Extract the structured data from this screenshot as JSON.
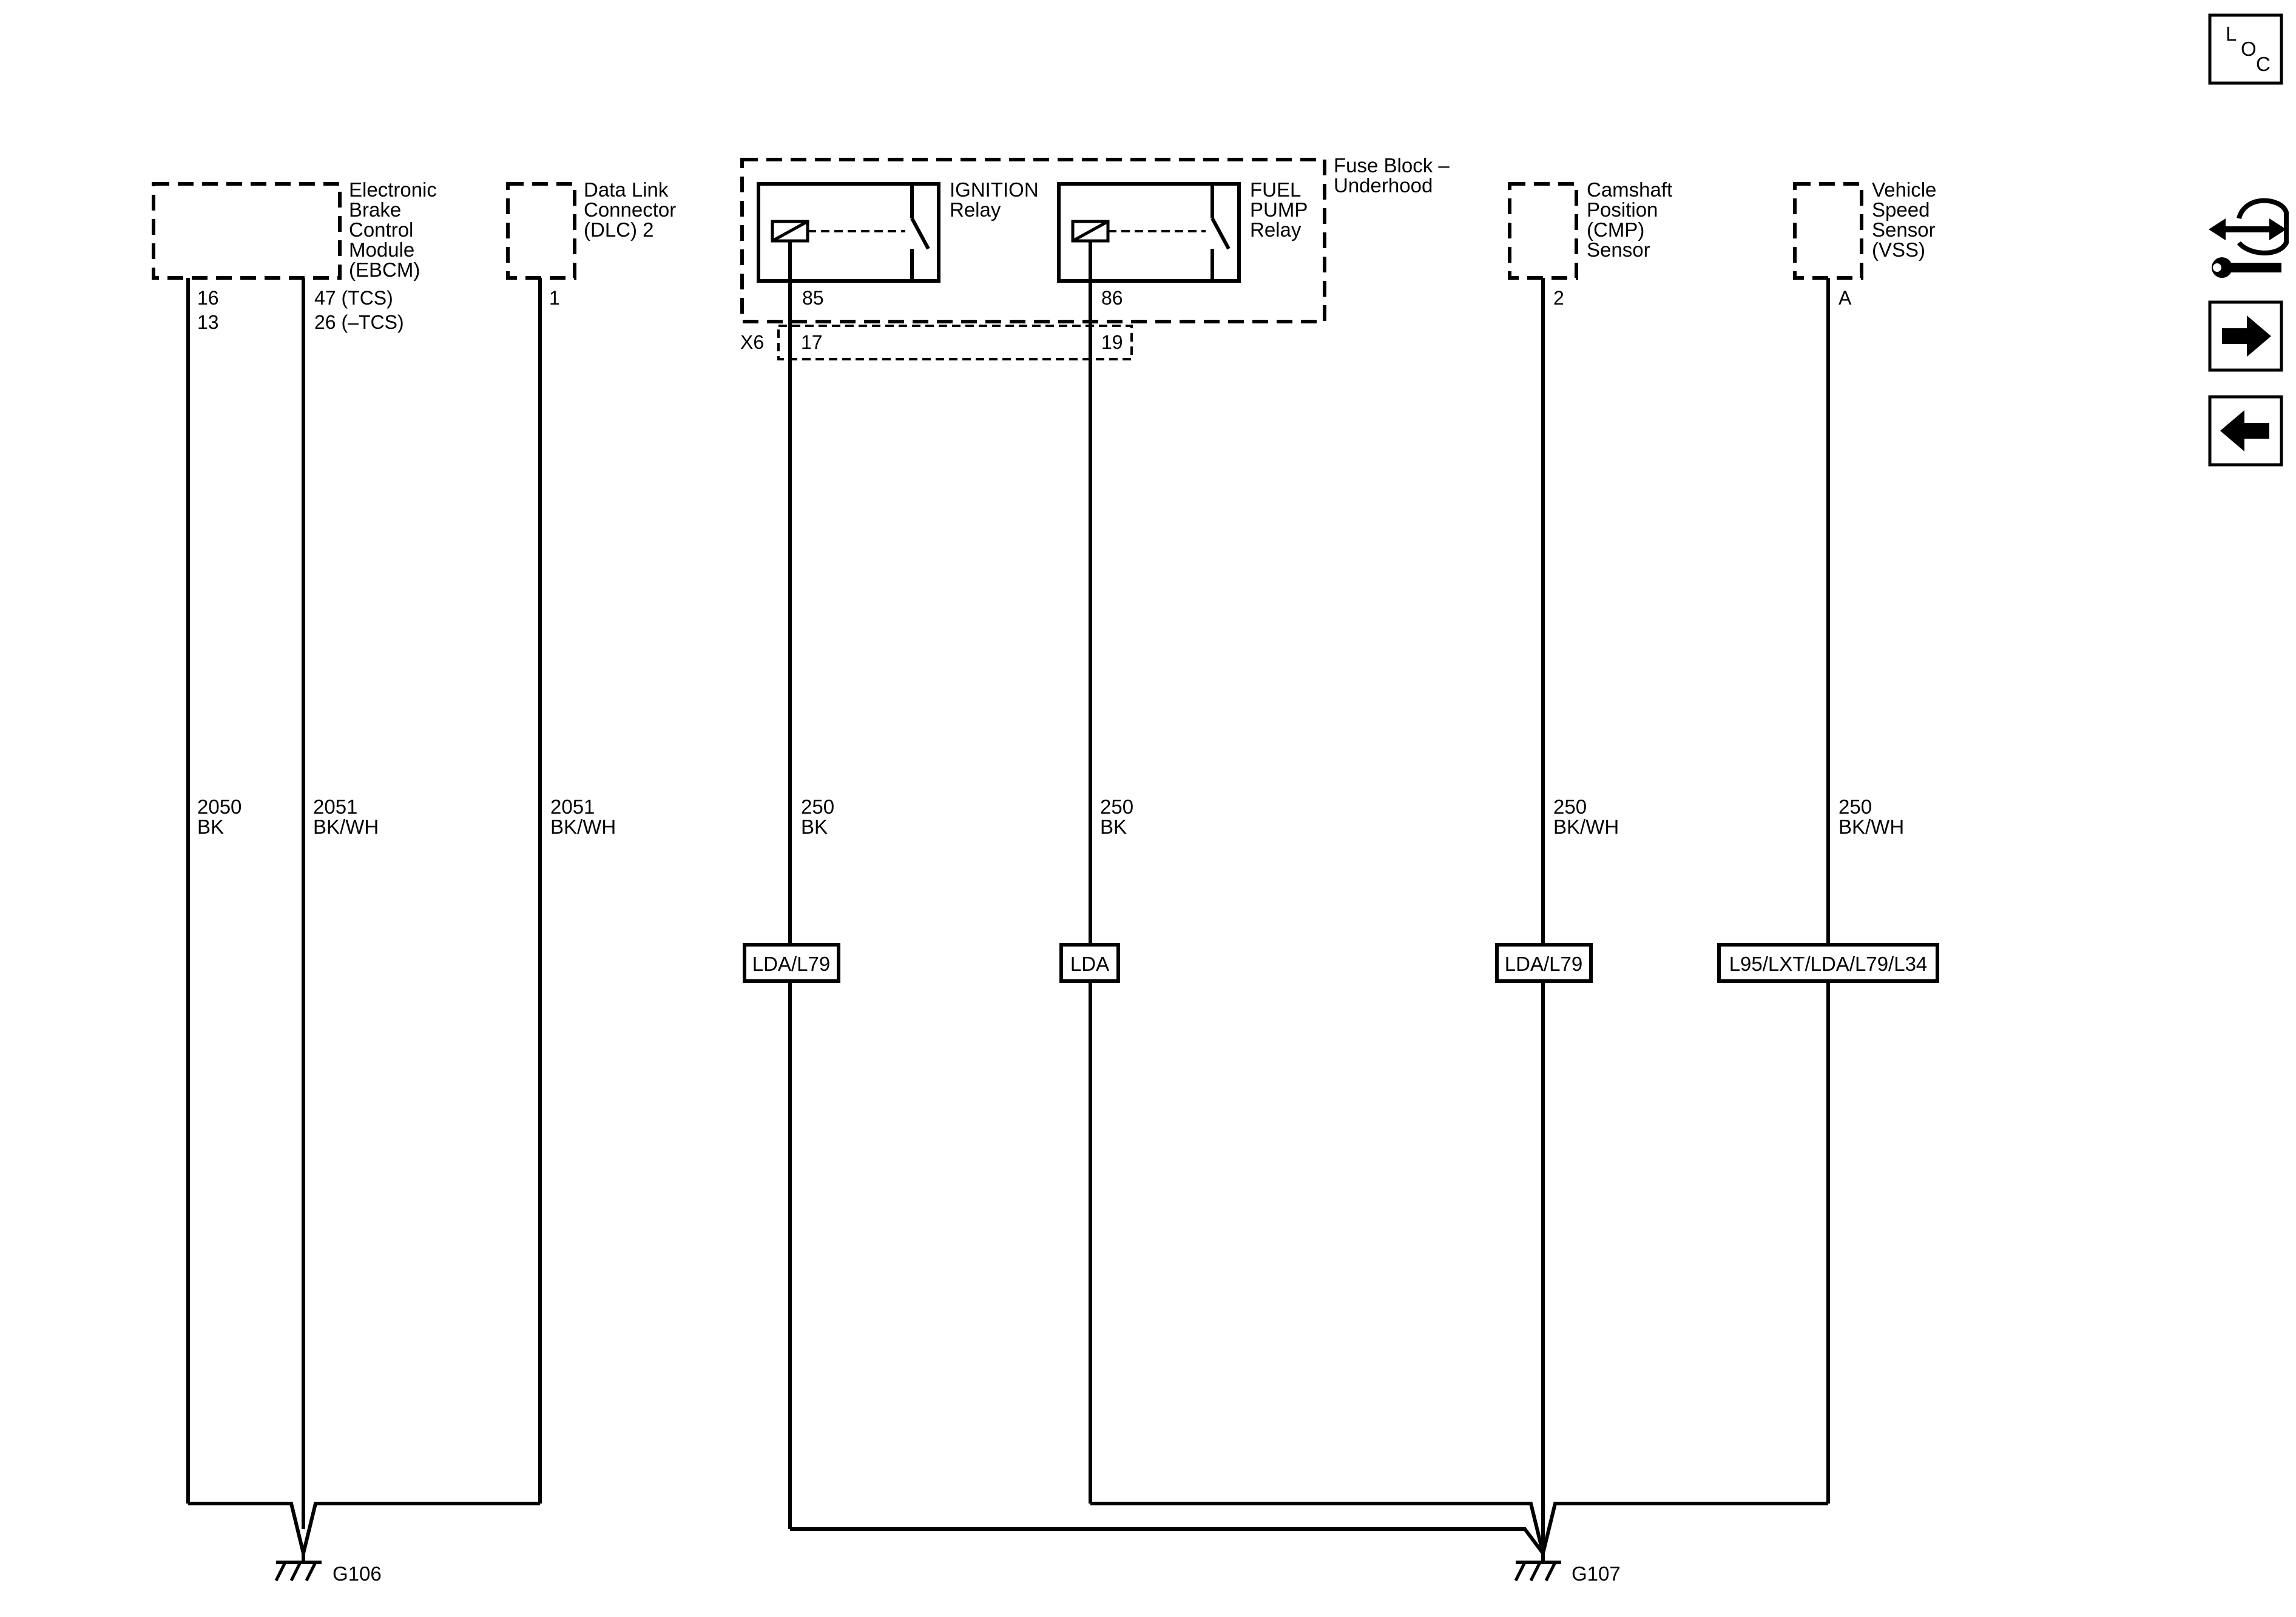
{
  "components": {
    "ebcm": {
      "label": [
        "Electronic",
        "Brake",
        "Control",
        "Module",
        "(EBCM)"
      ]
    },
    "dlc": {
      "label": [
        "Data Link",
        "Connector",
        "(DLC) 2"
      ]
    },
    "fuse_block": {
      "label": [
        "Fuse Block –",
        "Underhood"
      ]
    },
    "ignition_relay": {
      "label": [
        "IGNITION",
        "Relay"
      ]
    },
    "fuel_pump_relay": {
      "label": [
        "FUEL",
        "PUMP",
        "Relay"
      ]
    },
    "cmp": {
      "label": [
        "Camshaft",
        "Position",
        "(CMP)",
        "Sensor"
      ]
    },
    "vss": {
      "label": [
        "Vehicle",
        "Speed",
        "Sensor",
        "(VSS)"
      ]
    }
  },
  "pins": {
    "ebcm_left": [
      "16",
      "13"
    ],
    "ebcm_right": [
      "47 (TCS)",
      "26 (–TCS)"
    ],
    "dlc": "1",
    "ign_relay": "85",
    "fp_relay": "86",
    "x6_connector": "X6",
    "x6_ign": "17",
    "x6_fp": "19",
    "cmp": "2",
    "vss": "A"
  },
  "wires": [
    {
      "circuit": "2050",
      "color": "BK"
    },
    {
      "circuit": "2051",
      "color": "BK/WH"
    },
    {
      "circuit": "2051",
      "color": "BK/WH"
    },
    {
      "circuit": "250",
      "color": "BK"
    },
    {
      "circuit": "250",
      "color": "BK"
    },
    {
      "circuit": "250",
      "color": "BK/WH"
    },
    {
      "circuit": "250",
      "color": "BK/WH"
    }
  ],
  "options": [
    "LDA/L79",
    "LDA",
    "LDA/L79",
    "L95/LXT/LDA/L79/L34"
  ],
  "grounds": [
    "G106",
    "G107"
  ],
  "nav": {
    "loc_letters": [
      "L",
      "O",
      "C"
    ],
    "icons": [
      "connector-wrench-icon",
      "arrow-right-icon",
      "arrow-left-icon"
    ]
  }
}
